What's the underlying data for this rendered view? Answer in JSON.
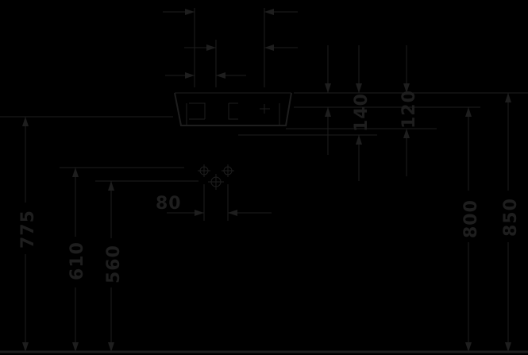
{
  "diagram": {
    "dimensions": {
      "basin_top_height": "775",
      "waste_center_height": "610",
      "trap_center_height": "560",
      "waste_spacing": "80",
      "depth_front": "140",
      "depth_back": "120",
      "rim_height_inner": "800",
      "rim_height_outer": "850"
    },
    "colors": {
      "background": "#000000",
      "line": "#1e1e1e"
    }
  }
}
